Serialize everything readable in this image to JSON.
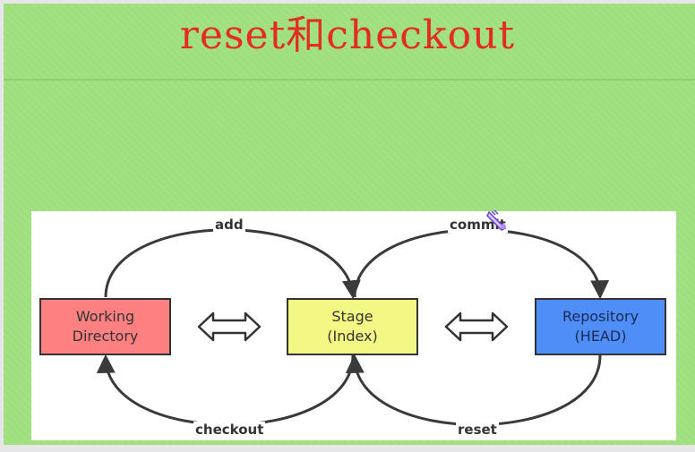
{
  "slide": {
    "title": "reset和checkout"
  },
  "diagram": {
    "nodes": [
      {
        "id": "working-directory",
        "label": "Working\nDirectory",
        "color": "#ff8080"
      },
      {
        "id": "stage",
        "label": "Stage\n(Index)",
        "color": "#f3f784"
      },
      {
        "id": "repository",
        "label": "Repository\n(HEAD)",
        "color": "#4f8ef7"
      }
    ],
    "edges": [
      {
        "from": "working-directory",
        "to": "stage",
        "label": "add"
      },
      {
        "from": "stage",
        "to": "repository",
        "label": "commit"
      },
      {
        "from": "repository",
        "to": "stage",
        "label": "reset"
      },
      {
        "from": "stage",
        "to": "working-directory",
        "label": "checkout"
      }
    ],
    "icons": {
      "double_arrow": "double-headed-arrow",
      "cursor": "pen-cursor"
    }
  }
}
